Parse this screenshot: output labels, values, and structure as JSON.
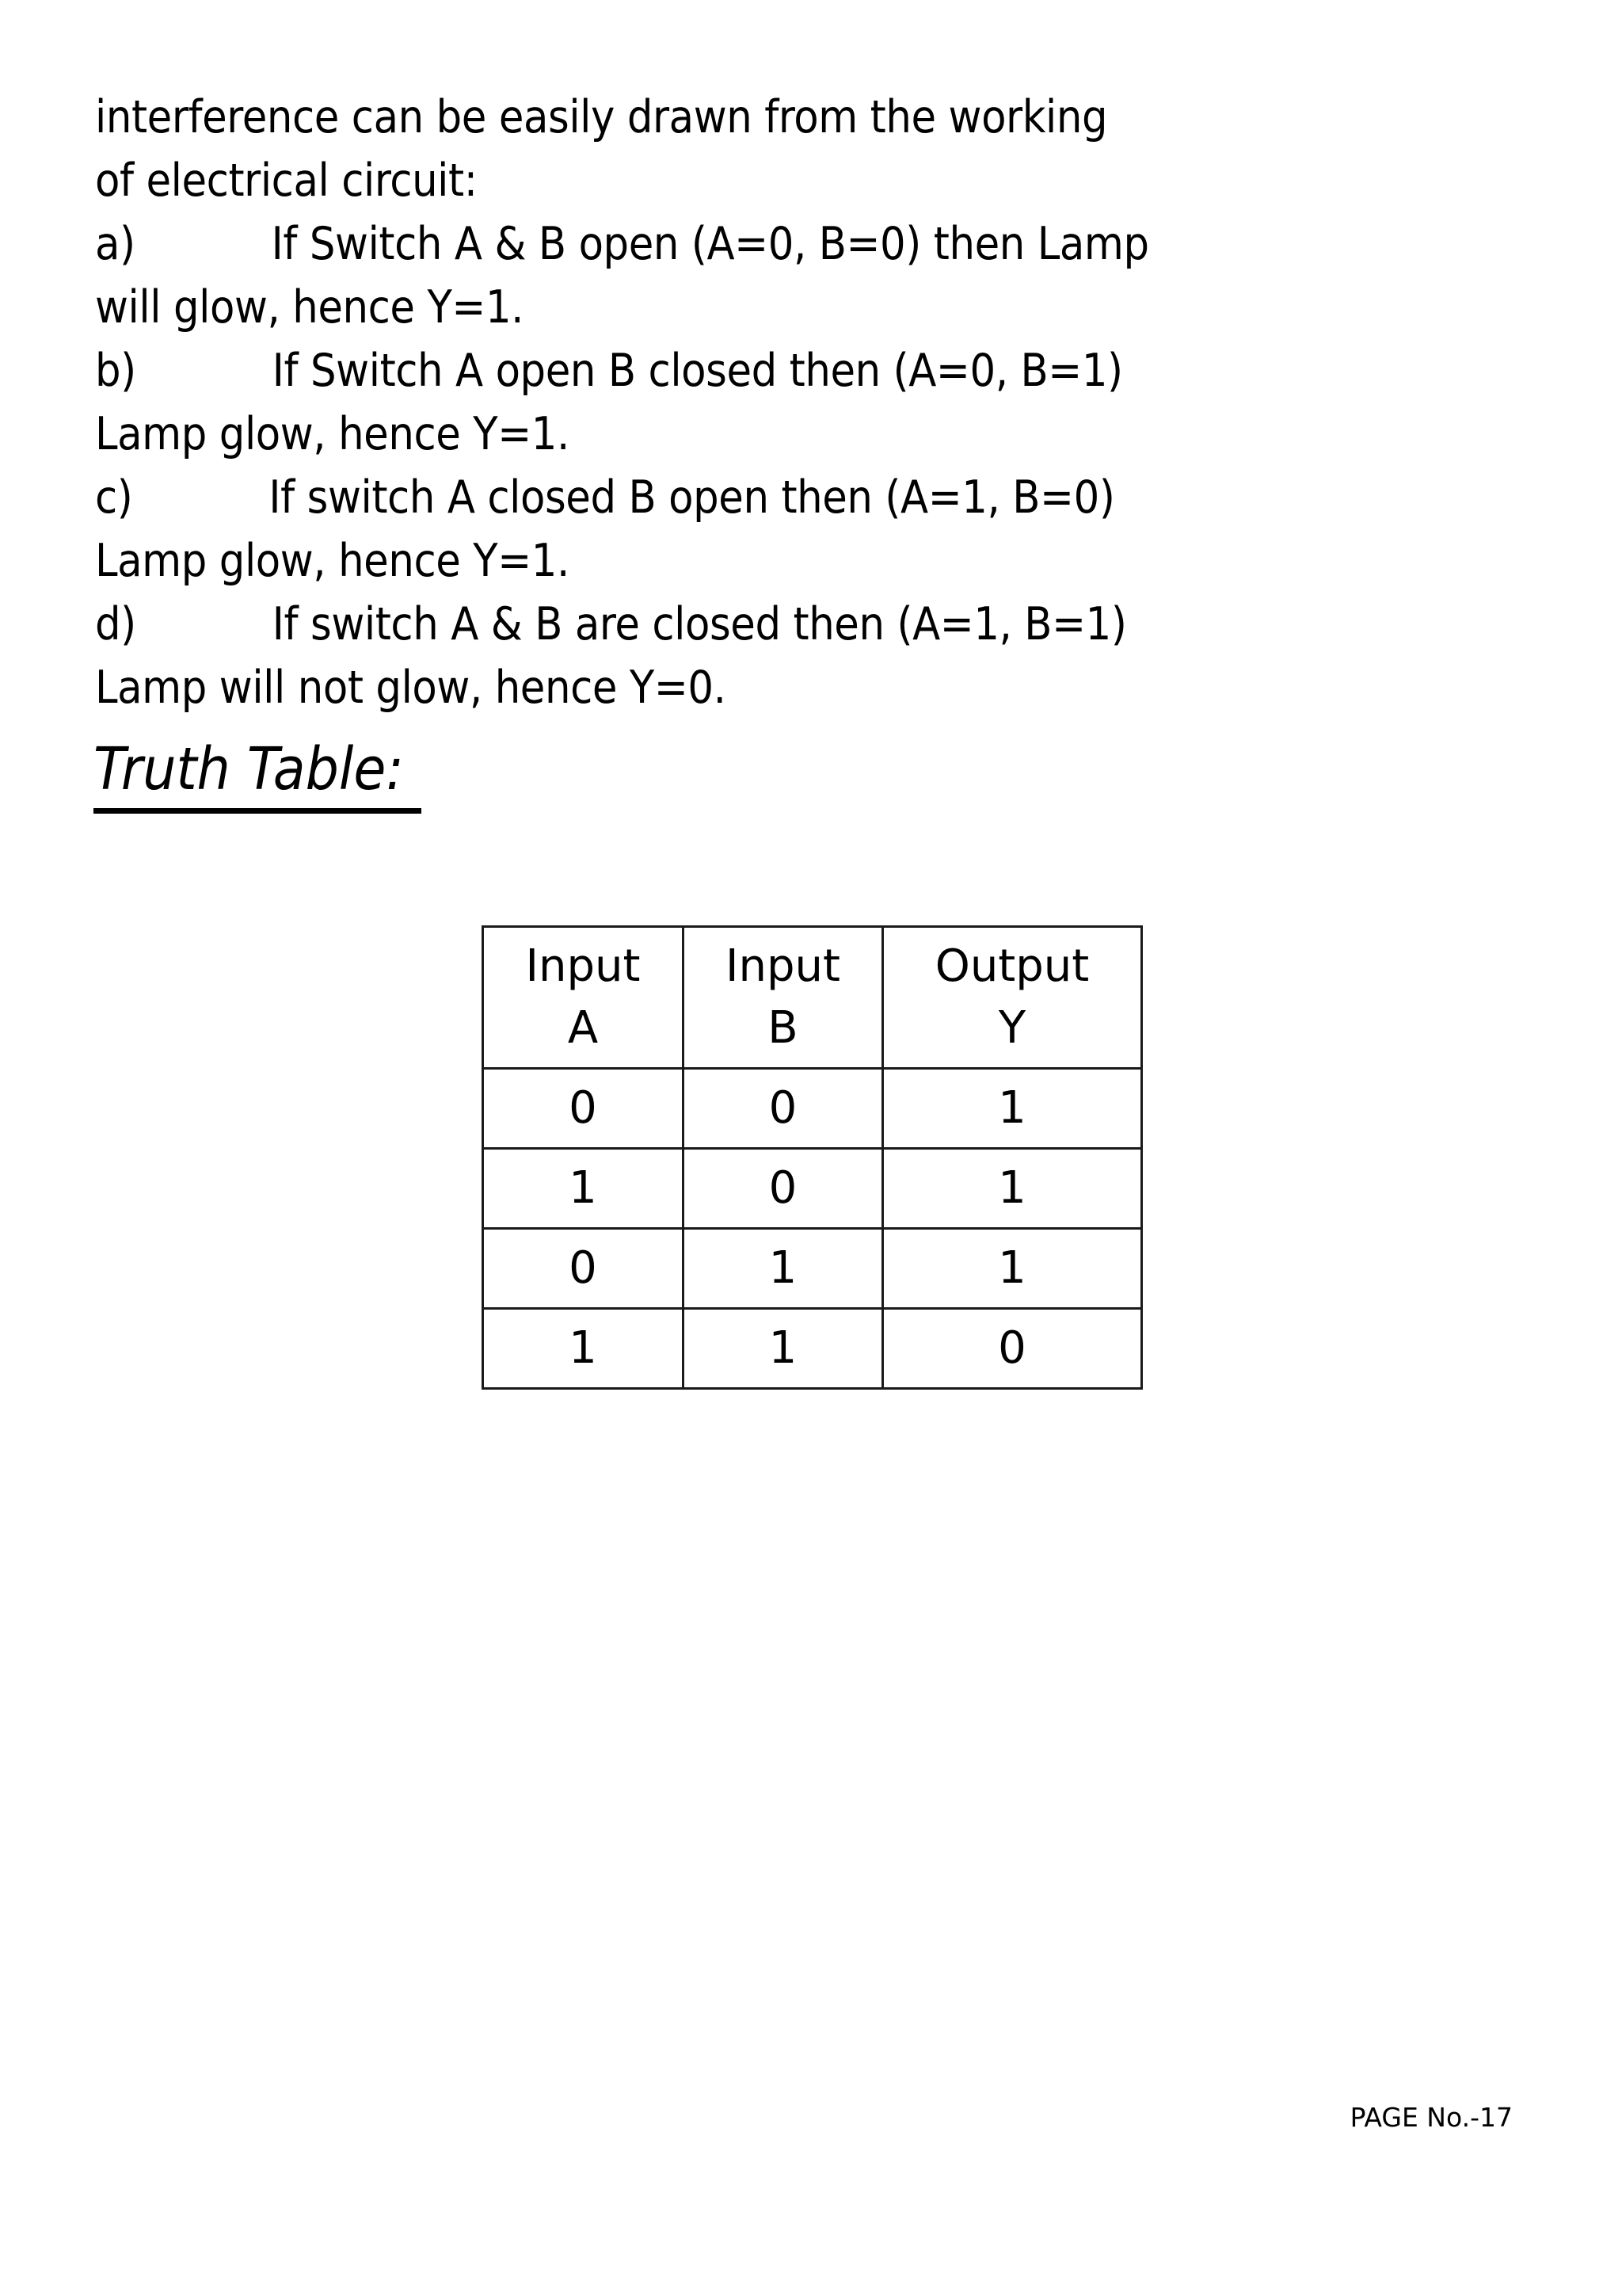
{
  "document": {
    "body_lines": [
      "interference can be easily drawn from the working",
      "of electrical circuit:"
    ],
    "list_items": [
      {
        "marker": "a)",
        "line1": "If Switch A & B open (A=0, B=0) then Lamp",
        "line2": "will glow, hence Y=1."
      },
      {
        "marker": "b)",
        "line1": "If Switch A open B closed then (A=0, B=1)",
        "line2": "Lamp glow, hence Y=1."
      },
      {
        "marker": "c)",
        "line1": "If switch A closed B open then (A=1, B=0)",
        "line2": "Lamp glow, hence Y=1."
      },
      {
        "marker": "d)",
        "line1": "If switch A & B are closed then (A=1, B=1)",
        "line2": "Lamp will not glow, hence Y=0."
      }
    ],
    "section_heading": "Truth Table:",
    "truth_table": {
      "headers": [
        {
          "line1": "Input",
          "line2": "A"
        },
        {
          "line1": "Input",
          "line2": "B"
        },
        {
          "line1": "Output",
          "line2": "Y"
        }
      ],
      "rows": [
        [
          "0",
          "0",
          "1"
        ],
        [
          "1",
          "0",
          "1"
        ],
        [
          "0",
          "1",
          "1"
        ],
        [
          "1",
          "1",
          "0"
        ]
      ]
    },
    "footer": "PAGE No.-17"
  }
}
